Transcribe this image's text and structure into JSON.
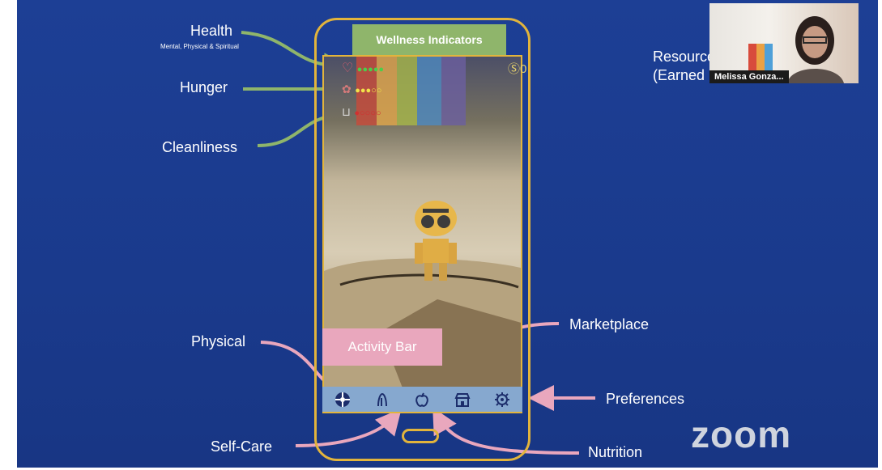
{
  "screen": {
    "wellness_banner": "Wellness Indicators",
    "activity_bar": "Activity Bar",
    "coin_count": "0"
  },
  "labels": {
    "health": "Health",
    "health_sub": "Mental, Physical & Spiritual",
    "hunger": "Hunger",
    "cleanliness": "Cleanliness",
    "resources_line1": "Resources",
    "resources_line2": "(Earned Pc",
    "physical": "Physical",
    "marketplace": "Marketplace",
    "preferences": "Preferences",
    "self_care": "Self-Care",
    "nutrition": "Nutrition"
  },
  "nav_icons": [
    "physical-icon",
    "self-care-icon",
    "nutrition-icon",
    "marketplace-icon",
    "preferences-icon"
  ],
  "meters": {
    "health_level": 0.8,
    "hunger_level": 0.6,
    "cleanliness_level": 0.2
  },
  "video": {
    "participant_name": "Melissa Gonza...",
    "app_logo": "zoom"
  },
  "colors": {
    "slide_bg": "#1d3f95",
    "phone_outline": "#e2b43c",
    "wellness_green": "#8fb56b",
    "activity_pink": "#e9a7bd",
    "arrow_green": "#8fb56b",
    "arrow_pink": "#e9a7bd"
  }
}
